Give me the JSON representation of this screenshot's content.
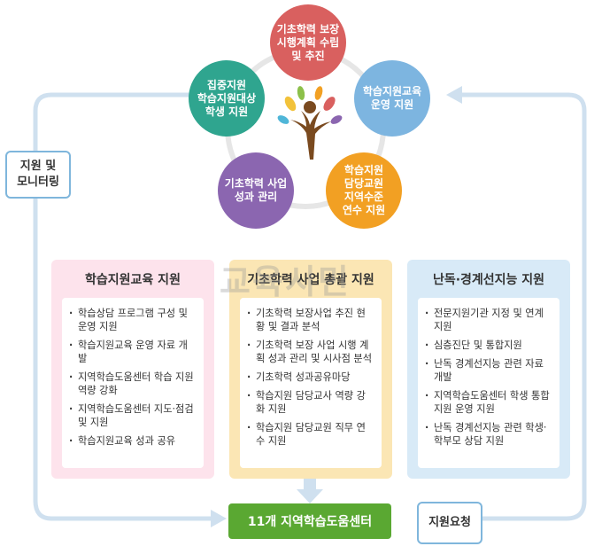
{
  "circles": [
    {
      "text": "기초학력 보장\n시행계획 수립\n및 추진",
      "color": "#d9605f"
    },
    {
      "text": "학습지원교육\n운영 지원",
      "color": "#7db5e0"
    },
    {
      "text": "학습지원\n담당교원\n지역수준\n연수 지원",
      "color": "#f2a023"
    },
    {
      "text": "기초학력 사업\n성과 관리",
      "color": "#8b66b0"
    },
    {
      "text": "집중지원\n학습지원대상\n학생 지원",
      "color": "#2fa58f"
    }
  ],
  "loop_label": "지원 및\n모니터링",
  "request_label": "지원요청",
  "center_box": "11개 지역학습도움센터",
  "watermark": "교육시민",
  "panels": [
    {
      "title": "학습지원교육 지원",
      "color": "#fde3ec",
      "items": [
        "학습상담 프로그램 구성 및 운영 지원",
        "학습지원교육 운영 자료 개발",
        "지역학습도움센터 학습 지원 역량 강화",
        "지역학습도움센터 지도·점검 및 지원",
        "학습지원교육 성과 공유"
      ]
    },
    {
      "title": "기초학력 사업 총괄 지원",
      "color": "#fbe6b4",
      "items": [
        "기초학력 보장사업 추진 현황 및 결과 분석",
        "기초학력 보장 사업 시행 계획 성과 관리 및 시사점 분석",
        "기초학력 성과공유마당",
        "학습지원 담당교사 역량 강화 지원",
        "학습지원 담당교원 직무 연수 지원"
      ]
    },
    {
      "title": "난독·경계선지능 지원",
      "color": "#d8eaf7",
      "items": [
        "전문지원기관 지정 및 연계 지원",
        "심층진단 및 통합지원",
        "난독 경계선지능 관련 자료 개발",
        "지역학습도움센터 학생 통합지원 운영 지원",
        "난독 경계선지능 관련 학생·학부모 상담 지원"
      ]
    }
  ]
}
